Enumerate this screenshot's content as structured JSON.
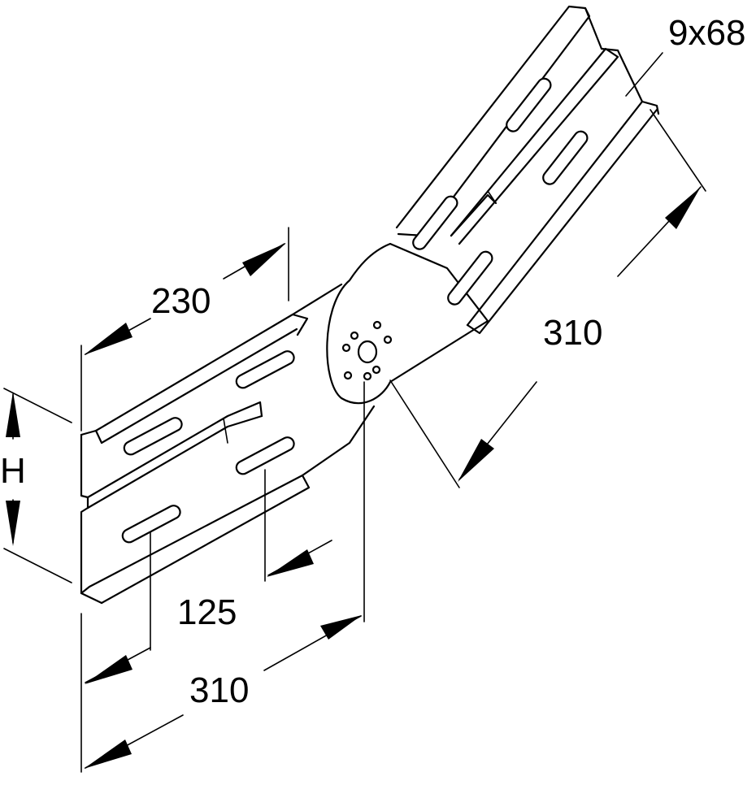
{
  "dimensions": {
    "width_top": "230",
    "length_left": "310",
    "length_right": "310",
    "slot_spacing": "125",
    "height": "H",
    "slot_size": "9x68"
  },
  "colors": {
    "line": "#000000",
    "background": "#ffffff"
  }
}
